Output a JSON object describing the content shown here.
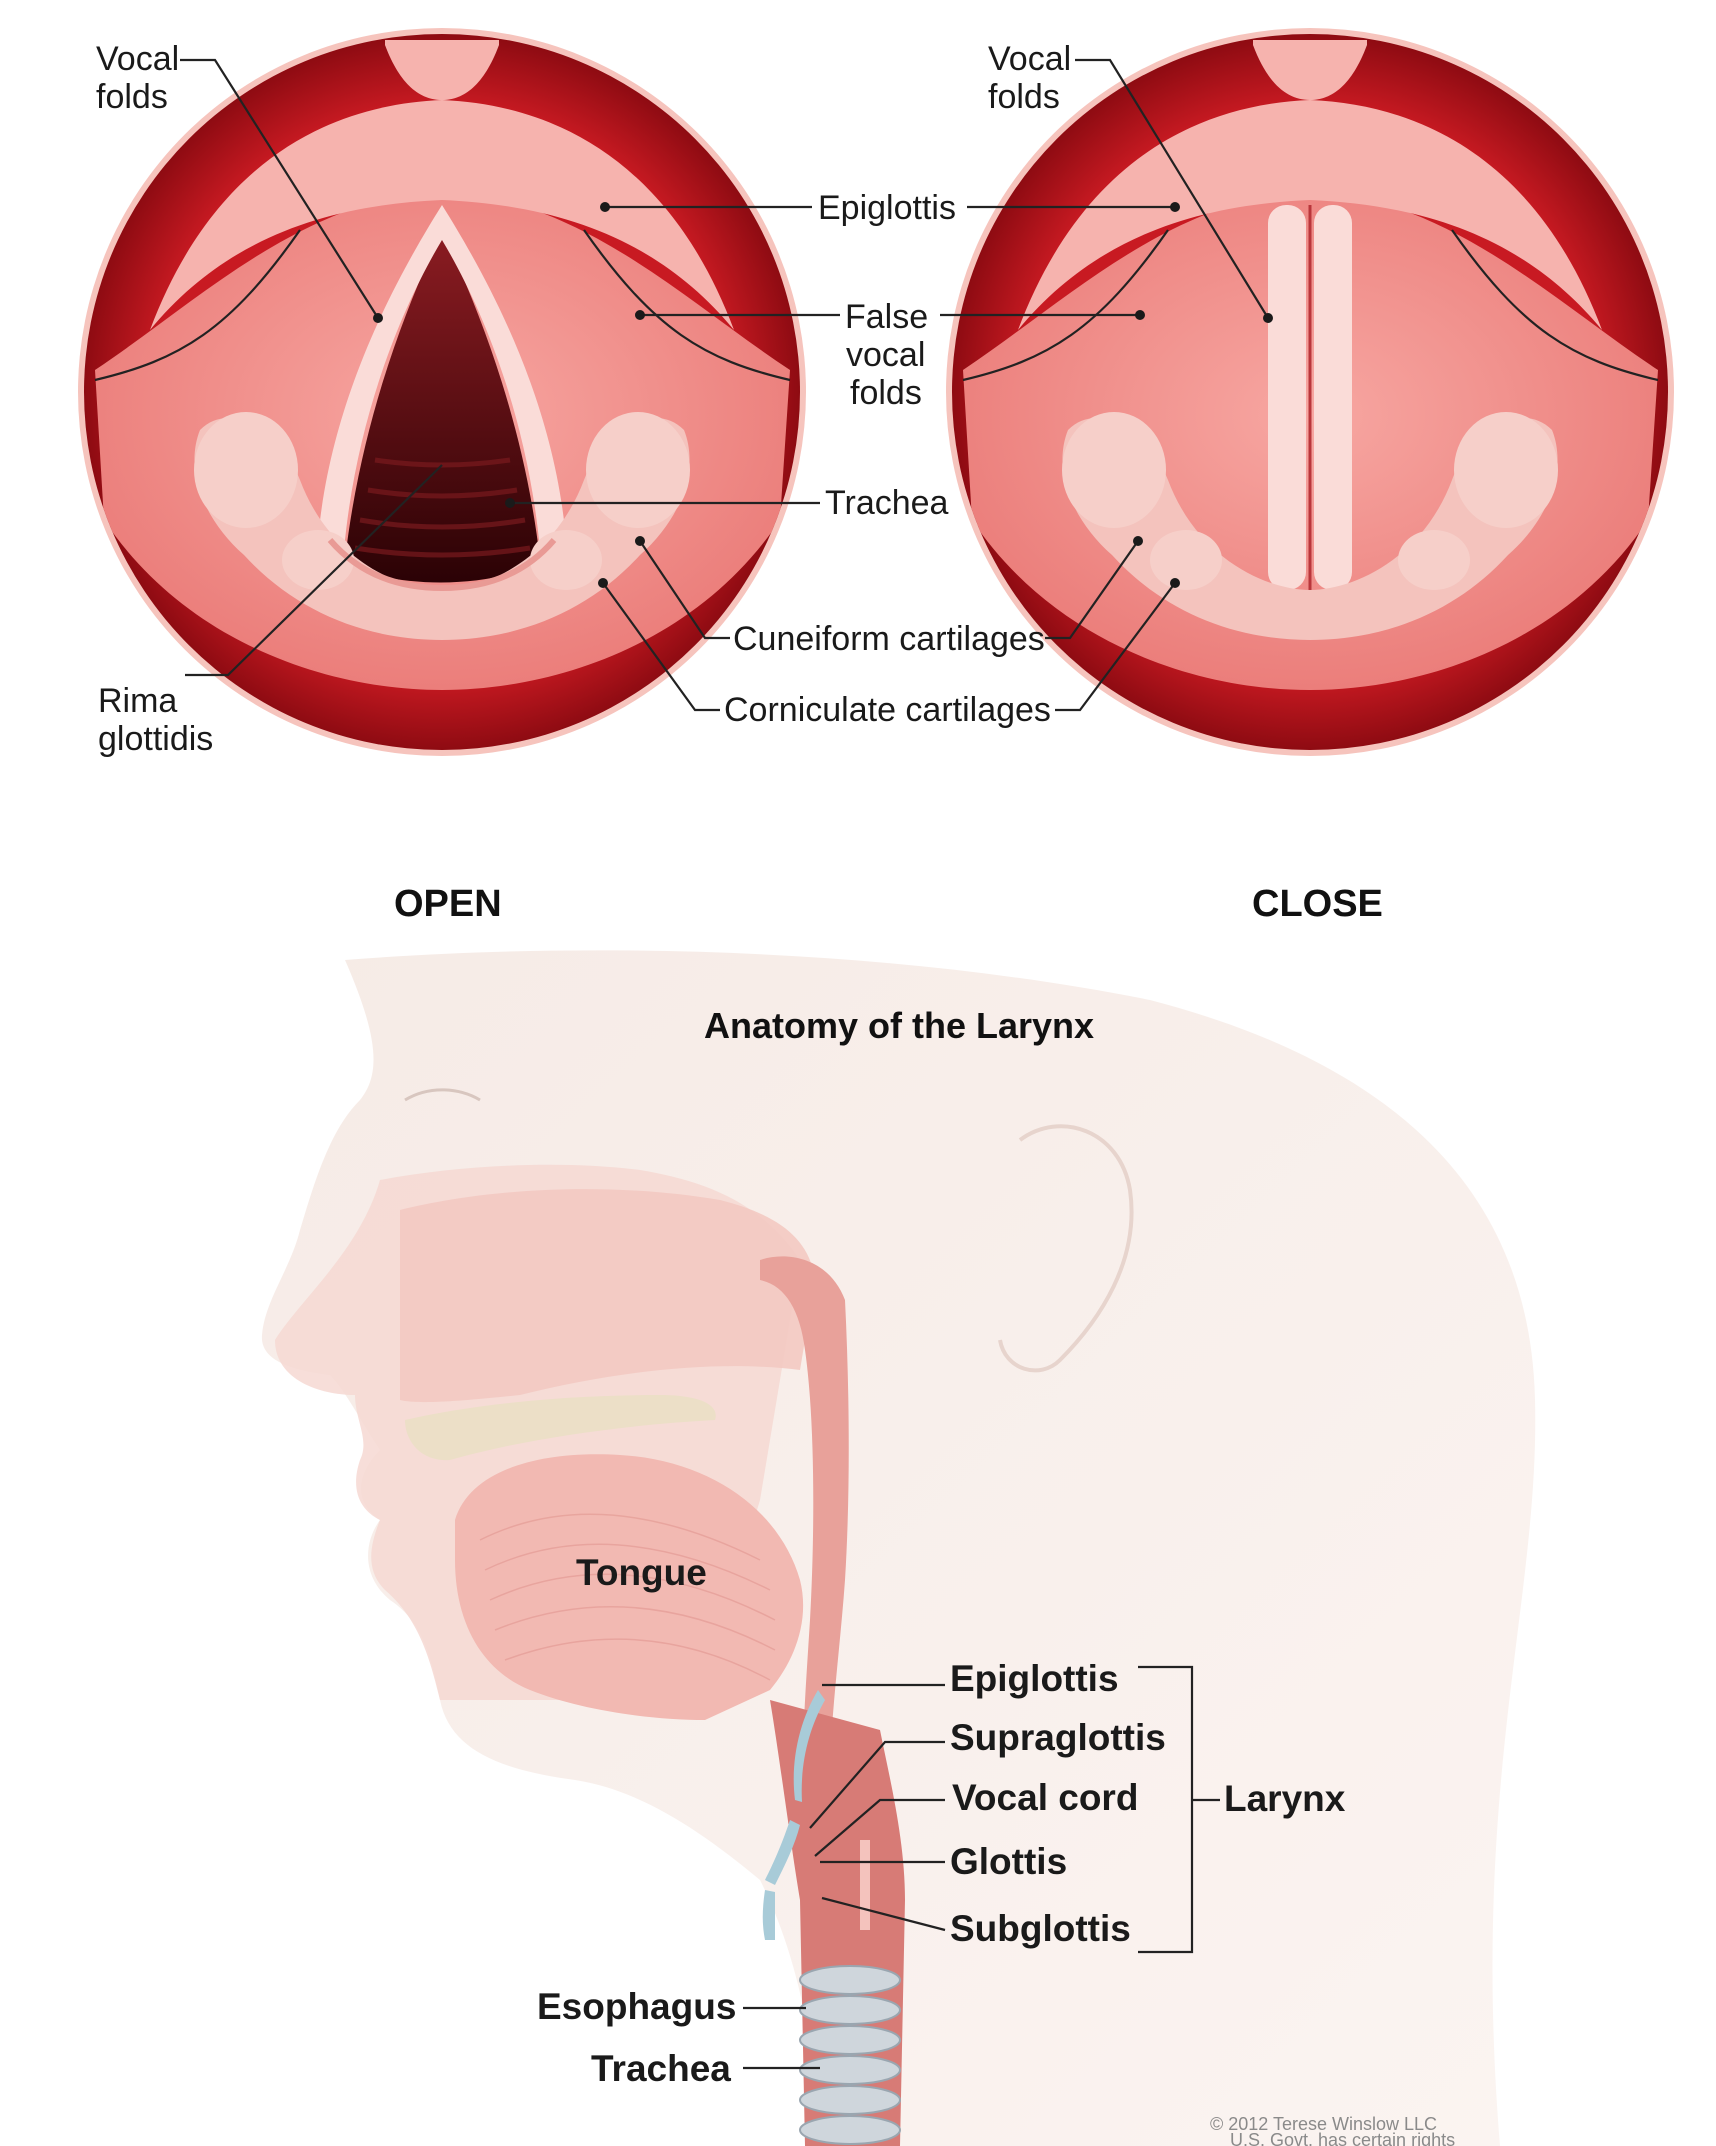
{
  "top_labels": {
    "vocal_folds_line1": "Vocal",
    "vocal_folds_line2": "folds",
    "epiglottis": "Epiglottis",
    "false_vocal_folds_line1": "False",
    "false_vocal_folds_line2": "vocal",
    "false_vocal_folds_line3": "folds",
    "trachea": "Trachea",
    "cuneiform": "Cuneiform cartilages",
    "corniculate": "Corniculate cartilages",
    "rima_line1": "Rima",
    "rima_line2": "glottidis"
  },
  "captions": {
    "open": "OPEN",
    "close": "CLOSE"
  },
  "bottom": {
    "title": "Anatomy of the Larynx",
    "tongue": "Tongue",
    "epiglottis": "Epiglottis",
    "supraglottis": "Supraglottis",
    "vocal_cord": "Vocal cord",
    "glottis": "Glottis",
    "subglottis": "Subglottis",
    "larynx": "Larynx",
    "esophagus": "Esophagus",
    "trachea": "Trachea",
    "copyright_line1": "© 2012 Terese Winslow LLC",
    "copyright_line2": "U.S. Govt. has certain rights"
  },
  "colors": {
    "outer_ring": "#b3121a",
    "tissue": "#f08a8a",
    "light_tissue": "#f6b3ae",
    "cartilage": "#f4c3bd",
    "airway_dark": "#3b0508",
    "skin": "#f3e4de"
  }
}
